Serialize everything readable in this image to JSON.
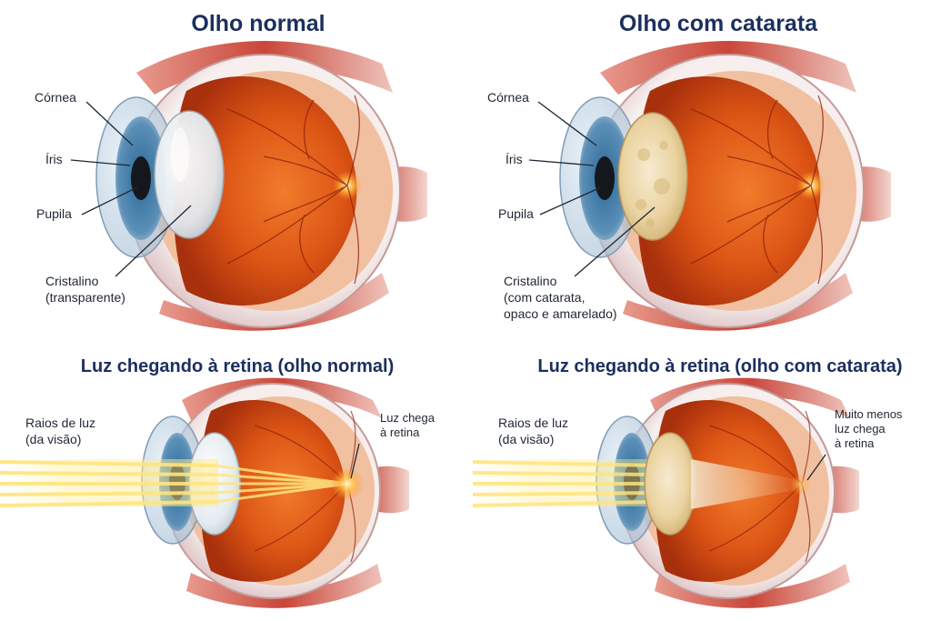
{
  "panels": {
    "normal": {
      "title": "Olho normal",
      "cornea": "Córnea",
      "iris": "Íris",
      "pupil": "Pupila",
      "lens_1": "Cristalino",
      "lens_2": "(transparente)"
    },
    "cataract": {
      "title": "Olho com catarata",
      "cornea": "Córnea",
      "iris": "Íris",
      "pupil": "Pupila",
      "lens_1": "Cristalino",
      "lens_2": "(com catarata,",
      "lens_3": "opaco e amarelado)"
    },
    "light_normal": {
      "title": "Luz chegando à retina (olho normal)",
      "rays_1": "Raios de luz",
      "rays_2": "(da visão)",
      "retina_1": "Luz chega",
      "retina_2": "à retina"
    },
    "light_cataract": {
      "title": "Luz chegando à retina (olho com catarata)",
      "rays_1": "Raios de luz",
      "rays_2": "(da visão)",
      "retina_1": "Muito menos",
      "retina_2": "luz chega",
      "retina_3": "à retina"
    }
  },
  "colors": {
    "title": "#1c2f5e",
    "eyeball_inner": "#d24a12",
    "sclera": "#f1e3e3",
    "iris": "#3f6f96",
    "clear_lens": "#e9eef2",
    "cataract_lens": "#ecd9a8",
    "muscle": "#c2362c",
    "light": "#fff0a8"
  }
}
